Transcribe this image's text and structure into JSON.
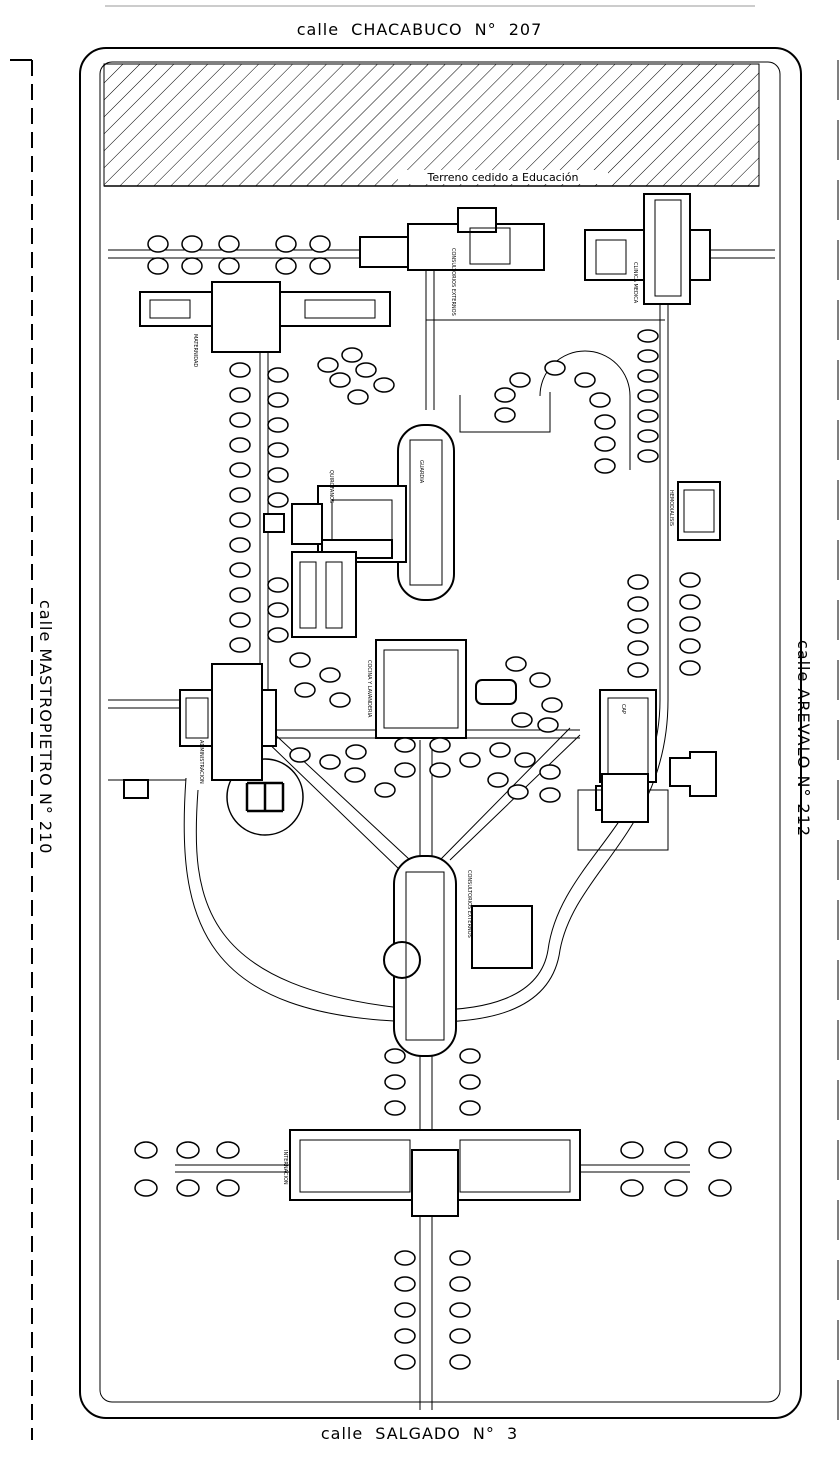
{
  "streets": {
    "top": "calle  CHACABUCO  N°  207",
    "bottom": "calle  SALGADO  N°  3",
    "left": "calle  MASTROPIETRO  N°  210",
    "right": "calle  AREVALO  N°  212"
  },
  "labels": {
    "ceded_land": "Terreno cedido a Educación",
    "heliport": "H",
    "maternidad": "MATERNIDAD",
    "consultorios": "CONSULTORIOS EXTERNOS",
    "clinica_medica": "CLINICA MEDICA",
    "guardia": "GUARDIA",
    "quirofanos": "QUIROFANOS",
    "cocina": "COCINA Y LAVANDERIA",
    "administracion": "ADMINISTRACION",
    "consultorios_2": "CONSULTORIOS EXTERNOS",
    "cap": "CAP",
    "hemodialisis": "HEMODIALISIS",
    "internacion": "INTERNACION"
  },
  "colors": {
    "line": "#000000",
    "background": "#ffffff"
  }
}
